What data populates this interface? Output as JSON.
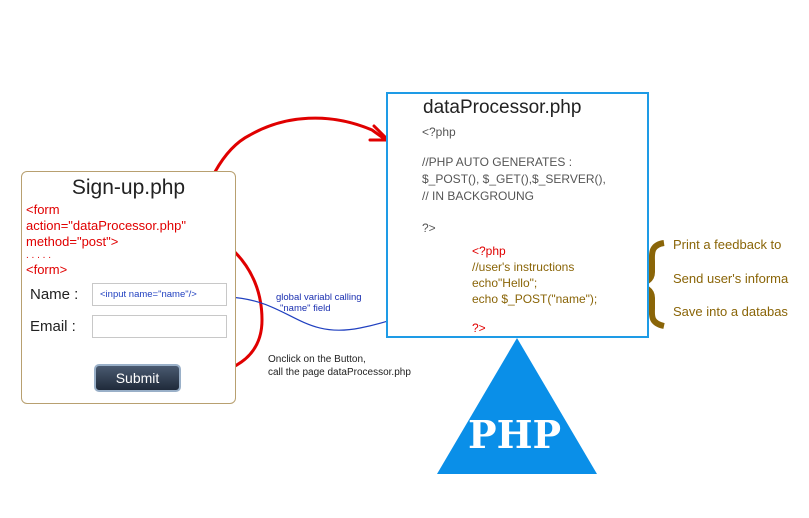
{
  "signup": {
    "title": "Sign-up.php",
    "form_open": "<form",
    "action_prefix": "action=\"",
    "action_value": "dataProcessor.php",
    "action_suffix": "\"",
    "method": "method=\"post\">",
    "ellipsis": ". . . . .",
    "form_close": "<form>",
    "name_label": "Name :",
    "name_input_value": "<input name=\"name\"/>",
    "email_label": "Email :",
    "email_input_value": "",
    "submit_label": "Submit"
  },
  "processor": {
    "title": "dataProcessor.php",
    "php_open": "<?php",
    "comment_1": "//PHP AUTO GENERATES :",
    "comment_2": "$_POST(), $_GET(),$_SERVER(),",
    "comment_3": "// IN BACKGROUNG",
    "php_close": "?>",
    "user_open": "<?php",
    "user_comment": "//user's instructions",
    "user_echo": "echo\"Hello\";",
    "user_echo_post": "echo $_POST(\"name\");",
    "user_close": "?>"
  },
  "notes": {
    "global_line1": "global variabl calling",
    "global_line2": "\"name\" field",
    "onclick_line1": "Onclick on the Button,",
    "onclick_line2": "call the page dataProcessor.php"
  },
  "actions": [
    "Print a feedback to",
    "Send user's informa",
    "Save into a databas"
  ],
  "logo": {
    "text": "PHP"
  },
  "colors": {
    "red_arrow": "#e00000",
    "box_border": "#1e9be6",
    "brace": "#8a6508",
    "triangle": "#0a8fe8"
  }
}
